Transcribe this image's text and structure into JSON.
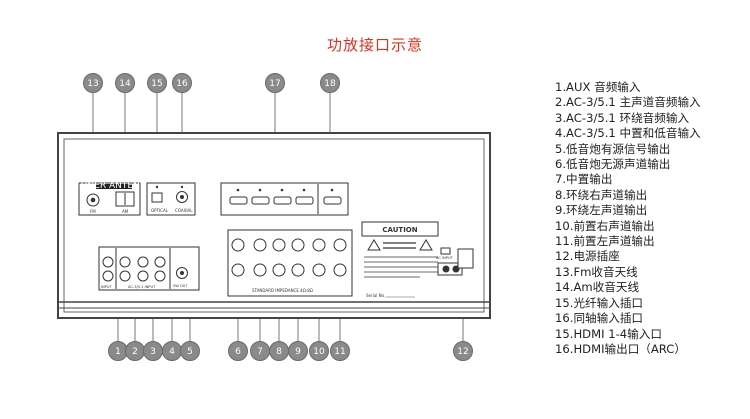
{
  "title": "功放接口示意",
  "panel": {
    "tuner_label": "TUNER ANTENNA",
    "fm_label": "FM",
    "am_label": "AM",
    "optical_label": "OPTICAL",
    "coaxial_label": "COAXIAL",
    "input_label": "INPUT",
    "ac3_input_label": "AC-3/5.1 INPUT",
    "sw_out_label": "SW OUT",
    "caution_label": "CAUTION",
    "impedance_label": "STANDARD IMPEDANCE 4Ω-8Ω",
    "ac_input_label": "AC INPUT",
    "serial_label": "Serial No."
  },
  "callouts": {
    "top": [
      "13",
      "14",
      "15",
      "16",
      "17",
      "18"
    ],
    "bottom_left": [
      "1",
      "2",
      "3",
      "4",
      "5"
    ],
    "bottom_mid": [
      "6",
      "7",
      "8",
      "9",
      "10",
      "11"
    ],
    "bottom_right": [
      "12"
    ]
  },
  "legend": [
    "1.AUX 音频输入",
    "2.AC-3/5.1 主声道音频输入",
    "3.AC-3/5.1 环绕音频输入",
    "4.AC-3/5.1 中置和低音输入",
    "5.低音炮有源信号输出",
    "6.低音炮无源声道输出",
    "7.中置输出",
    "8.环绕右声道输出",
    "9.环绕左声道输出",
    "10.前置右声道输出",
    "11.前置左声道输出",
    "12.电源插座",
    "13.Fm收音天线",
    "14.Am收音天线",
    "15.光纤输入插口",
    "16.同轴输入插口",
    "15.HDMI 1-4输入口",
    "16.HDMI输出口（ARC）"
  ]
}
